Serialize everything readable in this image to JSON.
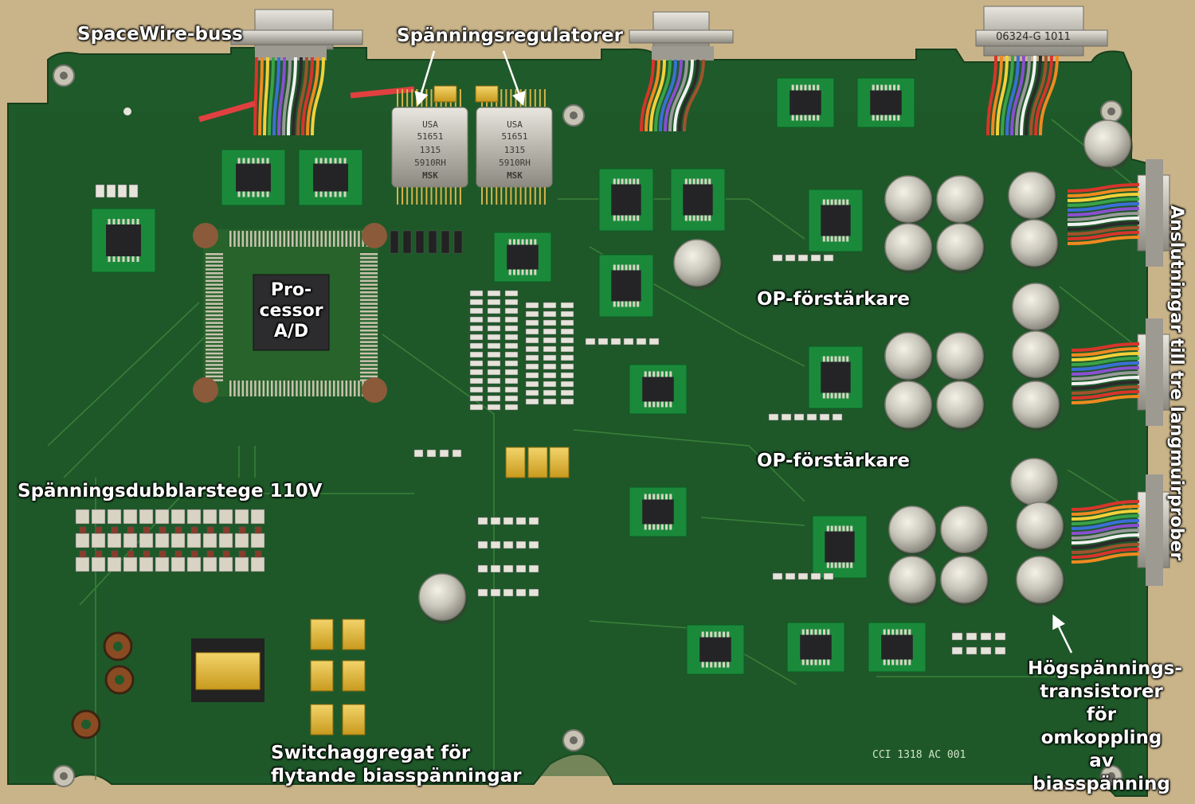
{
  "labels": {
    "spacewire": "SpaceWire-buss",
    "regulators": "Spänningsregulatorer",
    "processor": "Pro-\ncessor\nA/D",
    "voltage_ladder": "Spänningsdubblarstege 110V",
    "switch_psu": "Switchaggregat för\nflytande biasspänningar",
    "op_amp_1": "OP-förstärkare",
    "op_amp_2": "OP-förstärkare",
    "hv_transistors": "Högspännings-\ntransistorer för\nomkoppling av\nbiasspänning",
    "connections": "Anslutningar till tre langmuirprober"
  },
  "component_markings": {
    "connector_top_right": "06324-G 1011",
    "regulator_brand": "MSK",
    "regulator_part": "5910RH",
    "regulator_date": "1315",
    "regulator_serial": "51651",
    "regulator_origin": "USA",
    "board_id": "CCI 1318 AC 001"
  },
  "colors": {
    "pcb": "#1f5a2a",
    "pcb_dark": "#17481f",
    "trace": "#3f8a3c",
    "background": "#c9b48a",
    "label_text": "#ffffff"
  }
}
